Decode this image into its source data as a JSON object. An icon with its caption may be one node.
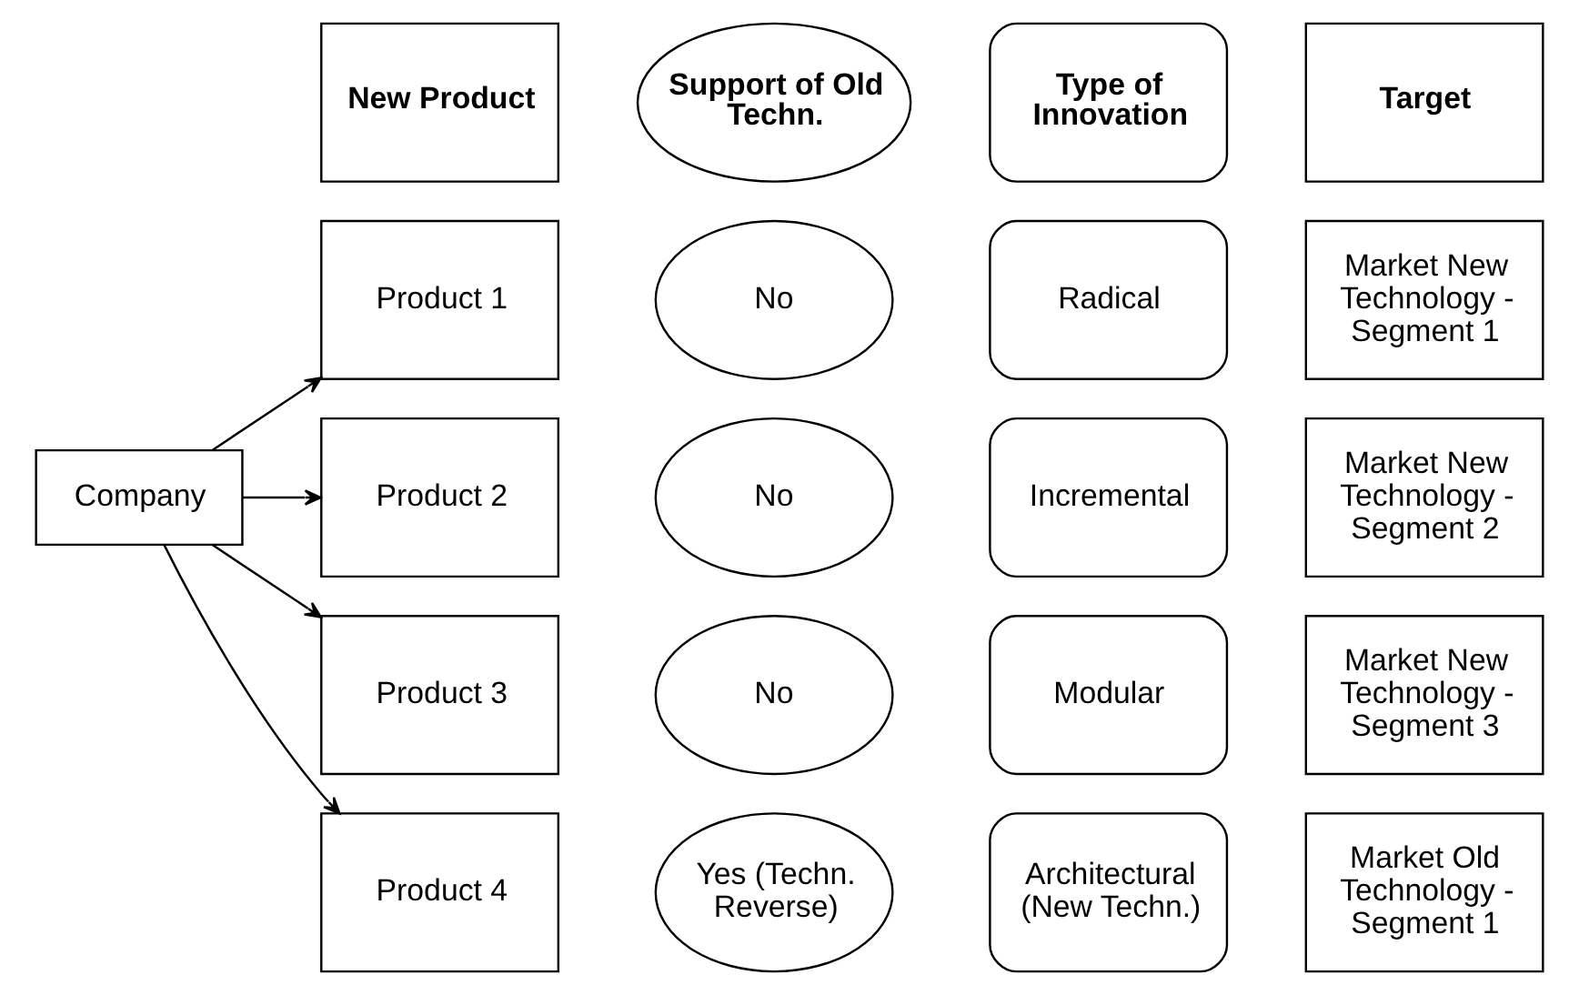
{
  "diagram": {
    "nodes": [
      {
        "text": [
          "New Product"
        ]
      },
      {
        "text": [
          "Support of Old Techn."
        ]
      },
      {
        "text": [
          "Type of Innovation"
        ]
      },
      {
        "text": [
          "Target"
        ]
      },
      {
        "text": [
          "Company"
        ]
      },
      {
        "text": [
          "Product 1"
        ]
      },
      {
        "text": [
          "No"
        ]
      },
      {
        "text": [
          "Radical"
        ]
      },
      {
        "text": [
          "Market New Technology - Segment 1"
        ]
      },
      {
        "text": [
          "Product 2"
        ]
      },
      {
        "text": [
          "No"
        ]
      },
      {
        "text": [
          "Incremental"
        ]
      },
      {
        "text": [
          "Market New Technology - Segment 2"
        ]
      },
      {
        "text": [
          "Product 3"
        ]
      },
      {
        "text": [
          "No"
        ]
      },
      {
        "text": [
          "Modular"
        ]
      },
      {
        "text": [
          "Market New Technology - Segment 3"
        ]
      },
      {
        "text": [
          "Product 4"
        ]
      },
      {
        "text": [
          "Yes (Techn. Reverse)"
        ]
      },
      {
        "text": [
          "Architectural (New Techn.)"
        ]
      },
      {
        "text": [
          "Market Old Technology - Segment 1"
        ]
      }
    ],
    "edges": [
      {
        "from": 4,
        "to": 5,
        "arrow": "to"
      },
      {
        "from": 4,
        "to": 9,
        "arrow": "to"
      },
      {
        "from": 4,
        "to": 13,
        "arrow": "to"
      },
      {
        "from": 4,
        "to": 17,
        "arrow": "to"
      }
    ]
  }
}
